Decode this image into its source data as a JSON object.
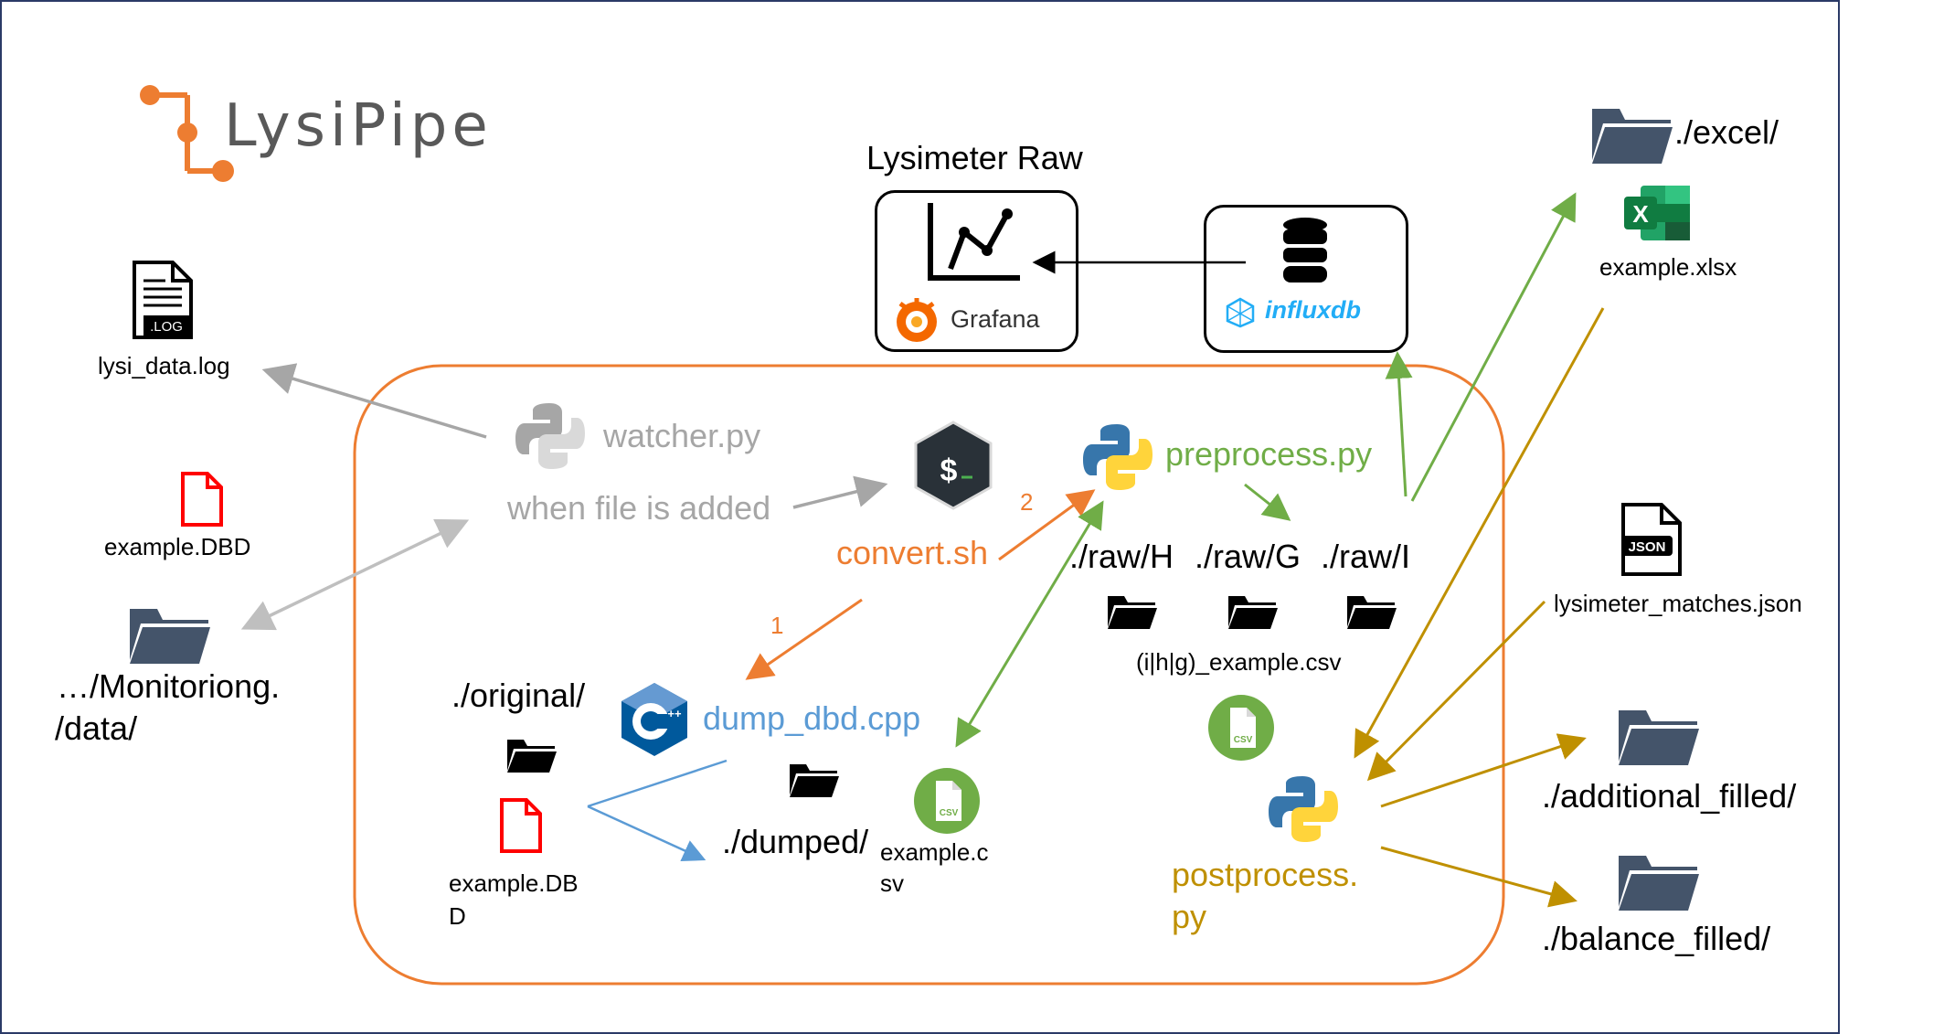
{
  "logo": {
    "text": "LysiPipe"
  },
  "grafana_box": {
    "title": "Lysimeter Raw",
    "label": "Grafana"
  },
  "influx_box": {
    "label": "influxdb"
  },
  "left": {
    "log_badge": ".LOG",
    "log_file": "lysi_data.log",
    "dbd_file": "example.DBD",
    "monitor_folder_line1": "…/Monitoriong.",
    "monitor_folder_line2": "/data/"
  },
  "pipeline": {
    "watcher": "watcher.py",
    "trigger": "when file is added",
    "convert": "convert.sh",
    "step1": "1",
    "step2": "2",
    "preprocess": "preprocess.py",
    "dump": "dump_dbd.cpp",
    "cpp_badge": "++",
    "original_folder": "./original/",
    "original_file_line1": "example.DB",
    "original_file_line2": "D",
    "dumped_folder": "./dumped/",
    "dumped_file_line1": "example.c",
    "dumped_file_line2": "sv",
    "raw_h": "./raw/H",
    "raw_g": "./raw/G",
    "raw_i": "./raw/I",
    "raw_files": "(i|h|g)_example.csv",
    "csv_badge": "CSV",
    "postprocess_line1": "postprocess.",
    "postprocess_line2": "py"
  },
  "right": {
    "excel_folder": "./excel/",
    "excel_badge": "X",
    "excel_file": "example.xlsx",
    "json_badge": "JSON",
    "json_file": "lysimeter_matches.json",
    "additional_folder": "./additional_filled/",
    "balance_folder": "./balance_filled/"
  },
  "colors": {
    "frame": "#2b3a67",
    "pipeline_box": "#ed7d31",
    "gray": "#a6a6a6",
    "orange": "#ed7d31",
    "green": "#70ad47",
    "blue": "#5b9bd5",
    "gold": "#bf9000",
    "red": "#ff0000",
    "folder": "#44546a"
  }
}
